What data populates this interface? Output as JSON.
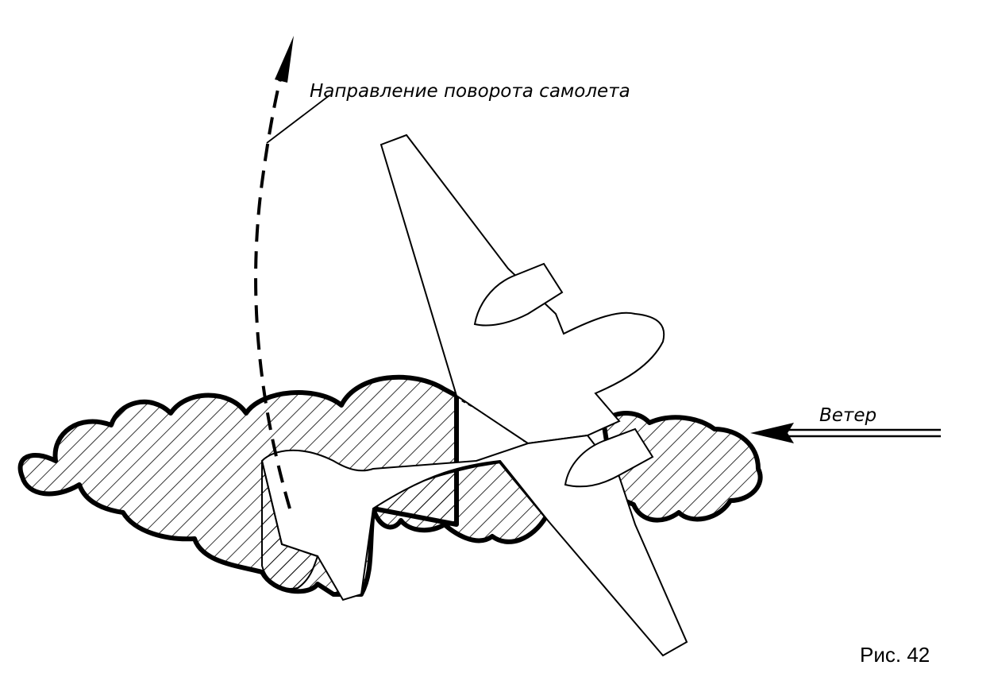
{
  "figure": {
    "turn_direction_label": "Направление поворота самолета",
    "wind_label": "Ветер",
    "caption": "Рис. 42"
  }
}
